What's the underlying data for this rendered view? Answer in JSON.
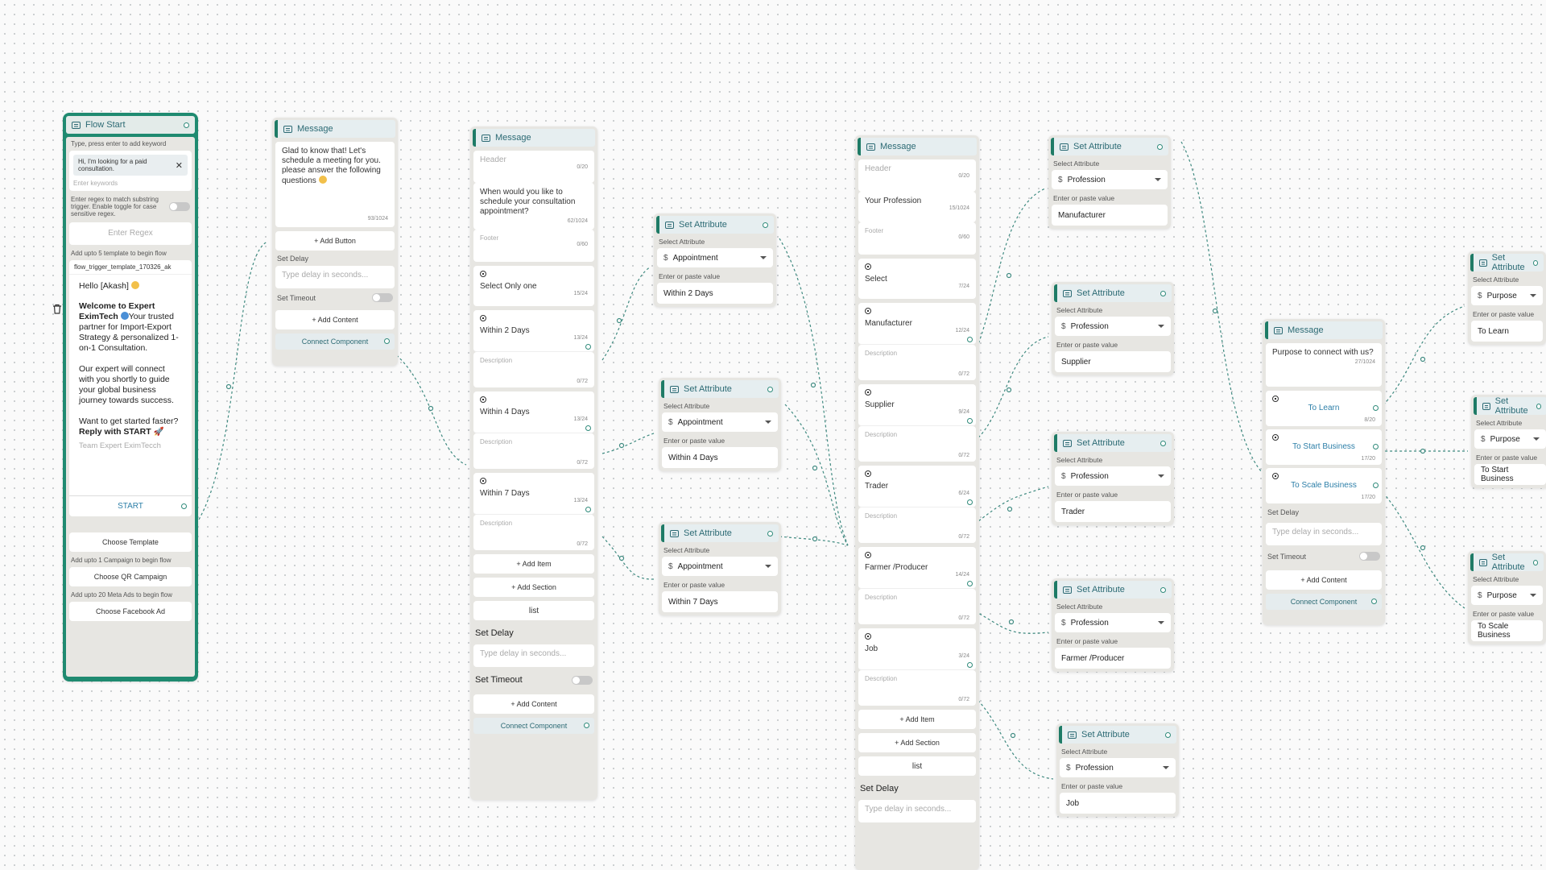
{
  "flow_start": {
    "title": "Flow Start",
    "keyword_hint": "Type, press enter to add keyword",
    "keyword_chip": "Hi, I'm looking for a paid consultation.",
    "keywords_placeholder": "Enter keywords",
    "regex_hint": "Enter regex to match substring trigger. Enable toggle for case sensitive regex.",
    "regex_placeholder": "Enter Regex",
    "template_hint": "Add upto 5 template to begin flow",
    "template_name": "flow_trigger_template_170326_ak",
    "message_lines": {
      "greeting": "Hello [Akash]",
      "welcome_bold": "Welcome to Expert EximTech",
      "welcome_rest": "Your trusted partner for Import-Export Strategy & personalized 1-on-1 Consultation.",
      "para2": "Our expert will connect with you shortly to guide your global business journey towards success.",
      "para3": "Want to get started faster?",
      "para3_bold": "Reply with START",
      "signature": "Team Expert EximTecch"
    },
    "start_button": "START",
    "choose_template": "Choose Template",
    "campaign_hint": "Add upto 1 Campaign to begin flow",
    "choose_qr": "Choose QR Campaign",
    "ads_hint": "Add upto 20 Meta Ads to begin flow",
    "choose_fb": "Choose Facebook Ad"
  },
  "message1": {
    "title": "Message",
    "text": "Glad to know that! Let's schedule a meeting for you. please answer the following questions",
    "count": "93/1024",
    "add_button": "+ Add Button",
    "set_delay": "Set Delay",
    "delay_placeholder": "Type delay in seconds...",
    "set_timeout": "Set Timeout",
    "add_content": "+ Add Content",
    "connect": "Connect Component"
  },
  "message2": {
    "title": "Message",
    "header_placeholder": "Header",
    "header_count": "0/20",
    "body": "When would you like to schedule your consultation appointment?",
    "body_count": "62/1024",
    "footer_placeholder": "Footer",
    "footer_count": "0/60",
    "section_title": "Select Only one",
    "section_count": "15/24",
    "items": [
      {
        "label": "Within 2 Days",
        "count": "13/24",
        "desc": "Description",
        "desc_count": "0/72"
      },
      {
        "label": "Within 4 Days",
        "count": "13/24",
        "desc": "Description",
        "desc_count": "0/72"
      },
      {
        "label": "Within 7 Days",
        "count": "13/24",
        "desc": "Description",
        "desc_count": "0/72"
      }
    ],
    "add_item": "+ Add Item",
    "add_section": "+ Add Section",
    "list": "list",
    "set_delay": "Set Delay",
    "delay_placeholder": "Type delay in seconds...",
    "set_timeout": "Set Timeout",
    "add_content": "+ Add Content",
    "connect": "Connect Component"
  },
  "sa_appointment": [
    {
      "title": "Set Attribute",
      "select_label": "Select Attribute",
      "attribute": "Appointment",
      "value_label": "Enter or paste value",
      "value": "Within 2 Days"
    },
    {
      "title": "Set Attribute",
      "select_label": "Select Attribute",
      "attribute": "Appointment",
      "value_label": "Enter or paste value",
      "value": "Within 4 Days"
    },
    {
      "title": "Set Attribute",
      "select_label": "Select Attribute",
      "attribute": "Appointment",
      "value_label": "Enter or paste value",
      "value": "Within 7 Days"
    }
  ],
  "message3": {
    "title": "Message",
    "header_placeholder": "Header",
    "header_count": "0/20",
    "body": "Your Profession",
    "body_count": "15/1024",
    "footer_placeholder": "Footer",
    "footer_count": "0/60",
    "section_title": "Select",
    "section_count": "7/24",
    "items": [
      {
        "label": "Manufacturer",
        "count": "12/24",
        "desc": "Description",
        "desc_count": "0/72"
      },
      {
        "label": "Supplier",
        "count": "9/24",
        "desc": "Description",
        "desc_count": "0/72"
      },
      {
        "label": "Trader",
        "count": "6/24",
        "desc": "Description",
        "desc_count": "0/72"
      },
      {
        "label": "Farmer /Producer",
        "count": "14/24",
        "desc": "Description",
        "desc_count": "0/72"
      },
      {
        "label": "Job",
        "count": "3/24",
        "desc": "Description",
        "desc_count": "0/72"
      }
    ],
    "add_item": "+ Add Item",
    "add_section": "+ Add Section",
    "list": "list",
    "set_delay": "Set Delay",
    "delay_placeholder": "Type delay in seconds..."
  },
  "sa_profession": [
    {
      "title": "Set Attribute",
      "select_label": "Select Attribute",
      "attribute": "Profession",
      "value_label": "Enter or paste value",
      "value": "Manufacturer"
    },
    {
      "title": "Set Attribute",
      "select_label": "Select Attribute",
      "attribute": "Profession",
      "value_label": "Enter or paste value",
      "value": "Supplier"
    },
    {
      "title": "Set Attribute",
      "select_label": "Select Attribute",
      "attribute": "Profession",
      "value_label": "Enter or paste value",
      "value": "Trader"
    },
    {
      "title": "Set Attribute",
      "select_label": "Select Attribute",
      "attribute": "Profession",
      "value_label": "Enter or paste value",
      "value": "Farmer /Producer"
    },
    {
      "title": "Set Attribute",
      "select_label": "Select Attribute",
      "attribute": "Profession",
      "value_label": "Enter or paste value",
      "value": "Job"
    }
  ],
  "message4": {
    "title": "Message",
    "body": "Purpose to connect with us?",
    "body_count": "27/1024",
    "buttons": [
      {
        "label": "To Learn",
        "count": "8/20"
      },
      {
        "label": "To Start Business",
        "count": "17/20"
      },
      {
        "label": "To Scale Business",
        "count": "17/20"
      }
    ],
    "set_delay": "Set Delay",
    "delay_placeholder": "Type delay in seconds...",
    "set_timeout": "Set Timeout",
    "add_content": "+ Add Content",
    "connect": "Connect Component"
  },
  "sa_purpose": [
    {
      "title": "Set Attribute",
      "select_label": "Select Attribute",
      "attribute": "Purpose",
      "value_label": "Enter or paste value",
      "value": "To Learn"
    },
    {
      "title": "Set Attribute",
      "select_label": "Select Attribute",
      "attribute": "Purpose",
      "value_label": "Enter or paste value",
      "value": "To Start Business"
    },
    {
      "title": "Set Attribute",
      "select_label": "Select Attribute",
      "attribute": "Purpose",
      "value_label": "Enter or paste value",
      "value": "To Scale Business"
    }
  ],
  "colors": {
    "accent": "#1f8a70",
    "header_text": "#2c6a74",
    "link": "#2d7fa8",
    "wire": "#3f8a80"
  }
}
